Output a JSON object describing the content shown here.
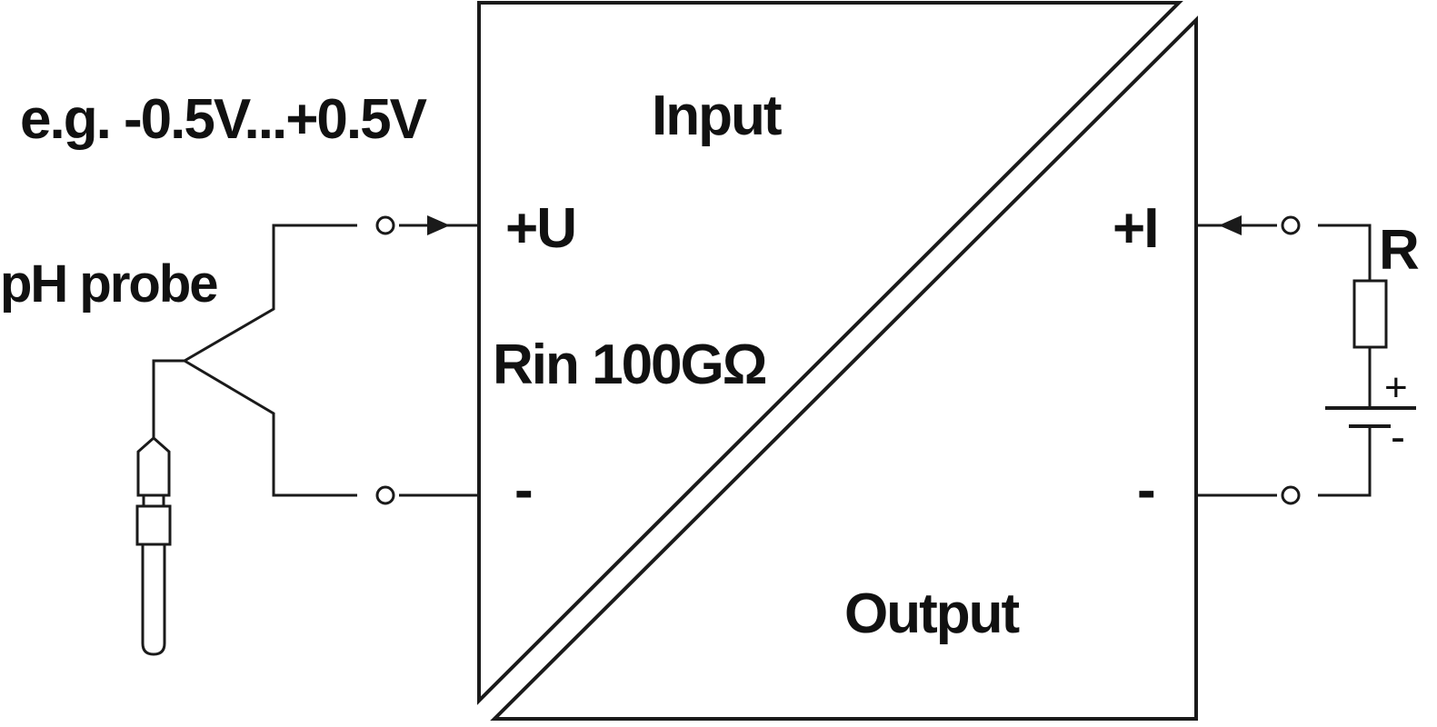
{
  "labels": {
    "voltage_range": "e.g. -0.5V...+0.5V",
    "input": "Input",
    "output": "Output",
    "input_plus": "+U",
    "input_minus": "-",
    "input_resistance": "Rin 100GΩ",
    "output_plus": "+I",
    "output_minus": "-",
    "sensor": "pH probe",
    "resistor": "R",
    "battery_plus": "+",
    "battery_minus": "-"
  }
}
